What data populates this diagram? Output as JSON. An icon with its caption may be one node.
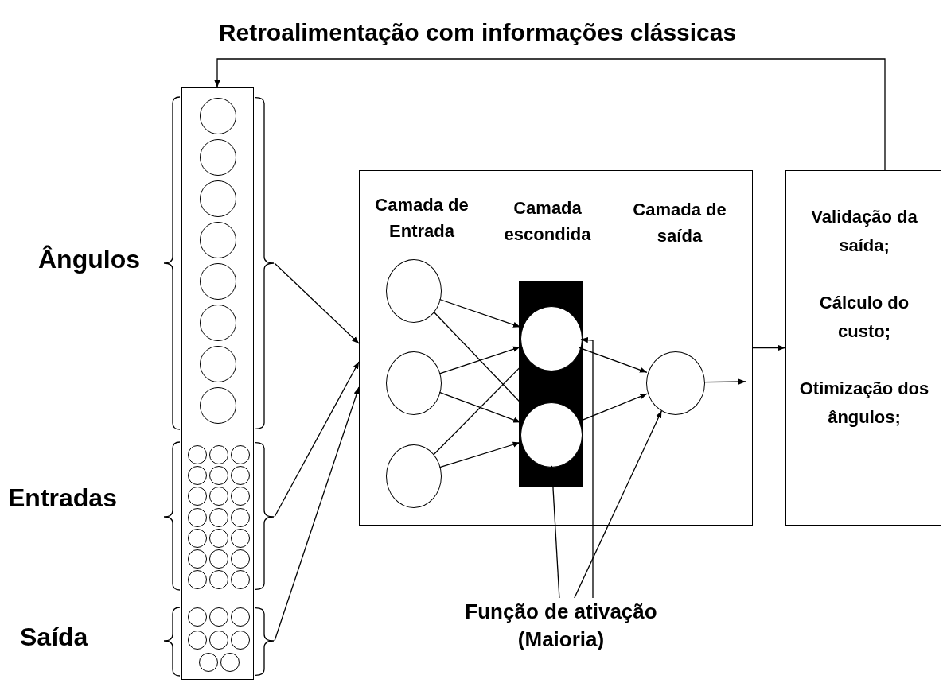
{
  "diagram": {
    "title": "Retroalimentação com informações clássicas",
    "nodes": [
      {
        "text": [],
        "shape": "box"
      },
      {
        "text": [],
        "shape": "circle",
        "in": 0
      },
      {
        "text": [],
        "shape": "circle",
        "in": 0
      },
      {
        "text": [],
        "shape": "circle",
        "in": 0
      },
      {
        "text": [],
        "shape": "circle",
        "in": 0
      },
      {
        "text": [],
        "shape": "circle",
        "in": 0
      },
      {
        "text": [],
        "shape": "circle",
        "in": 0
      },
      {
        "text": [],
        "shape": "circle",
        "in": 0
      },
      {
        "text": [],
        "shape": "circle",
        "in": 0
      },
      {
        "text": [],
        "shape": "circle",
        "in": 0
      },
      {
        "text": [],
        "shape": "circle",
        "in": 0
      },
      {
        "text": [],
        "shape": "circle",
        "in": 0
      },
      {
        "text": [],
        "shape": "circle",
        "in": 0
      },
      {
        "text": [],
        "shape": "circle",
        "in": 0
      },
      {
        "text": [],
        "shape": "circle",
        "in": 0
      },
      {
        "text": [],
        "shape": "circle",
        "in": 0
      },
      {
        "text": [],
        "shape": "circle",
        "in": 0
      },
      {
        "text": [],
        "shape": "circle",
        "in": 0
      },
      {
        "text": [],
        "shape": "circle",
        "in": 0
      },
      {
        "text": [],
        "shape": "circle",
        "in": 0
      },
      {
        "text": [],
        "shape": "circle",
        "in": 0
      },
      {
        "text": [],
        "shape": "circle",
        "in": 0
      },
      {
        "text": [],
        "shape": "circle",
        "in": 0
      },
      {
        "text": [],
        "shape": "circle",
        "in": 0
      },
      {
        "text": [],
        "shape": "circle",
        "in": 0
      },
      {
        "text": [],
        "shape": "circle",
        "in": 0
      },
      {
        "text": [],
        "shape": "circle",
        "in": 0
      },
      {
        "text": [],
        "shape": "circle",
        "in": 0
      },
      {
        "text": [],
        "shape": "circle",
        "in": 0
      },
      {
        "text": [],
        "shape": "circle",
        "in": 0
      },
      {
        "text": [],
        "shape": "circle",
        "in": 0
      },
      {
        "text": [],
        "shape": "circle",
        "in": 0
      },
      {
        "text": [],
        "shape": "circle",
        "in": 0
      },
      {
        "text": [],
        "shape": "circle",
        "in": 0
      },
      {
        "text": [],
        "shape": "circle",
        "in": 0
      },
      {
        "text": [],
        "shape": "circle",
        "in": 0
      },
      {
        "text": [],
        "shape": "circle",
        "in": 0
      },
      {
        "text": [],
        "shape": "circle",
        "in": 0
      },
      {
        "text": [
          "Camada de Entrada",
          "Camada escondida",
          "Camada de saída"
        ]
      },
      {
        "text": [],
        "shape": "circle",
        "in": 38
      },
      {
        "text": [],
        "shape": "circle",
        "in": 38
      },
      {
        "text": [],
        "shape": "circle",
        "in": 38
      },
      {
        "text": [],
        "shape": "box",
        "in": 38
      },
      {
        "text": [],
        "shape": "circle",
        "in": 42
      },
      {
        "text": [],
        "shape": "circle",
        "in": 42
      },
      {
        "text": [],
        "shape": "circle",
        "in": 38
      },
      {
        "text": [
          "Validação da saída;",
          "Cálculo do custo;",
          "Otimização dos ângulos;"
        ]
      },
      {
        "text": [
          "Função de ativação (Maioria)"
        ]
      },
      {
        "text": [],
        "shape": "brace"
      },
      {
        "text": [],
        "shape": "brace"
      },
      {
        "text": [],
        "shape": "brace"
      }
    ],
    "edges": [
      {
        "from": 48,
        "to": 38,
        "arrow": "to"
      },
      {
        "from": 49,
        "to": 38,
        "arrow": "to"
      },
      {
        "from": 50,
        "to": 38,
        "arrow": "to"
      },
      {
        "from": 39,
        "to": 43,
        "arrow": "to"
      },
      {
        "from": 39,
        "to": 44,
        "arrow": "to"
      },
      {
        "from": 40,
        "to": 43,
        "arrow": "to"
      },
      {
        "from": 40,
        "to": 44,
        "arrow": "to"
      },
      {
        "from": 41,
        "to": 43,
        "arrow": "to"
      },
      {
        "from": 41,
        "to": 44,
        "arrow": "to"
      },
      {
        "from": 43,
        "to": 45,
        "arrow": "to"
      },
      {
        "from": 44,
        "to": 45,
        "arrow": "to"
      },
      {
        "from": 45,
        "to": null,
        "arrow": "to"
      },
      {
        "from": 38,
        "to": 46,
        "arrow": "to"
      },
      {
        "from": 46,
        "to": 0,
        "arrow": "to"
      },
      {
        "from": 47,
        "to": 43,
        "arrow": "to"
      },
      {
        "from": 47,
        "to": 44,
        "arrow": "to"
      },
      {
        "from": 47,
        "to": 45,
        "arrow": "to"
      }
    ],
    "labels": [
      "Ângulos",
      "Entradas",
      "Saída"
    ]
  }
}
